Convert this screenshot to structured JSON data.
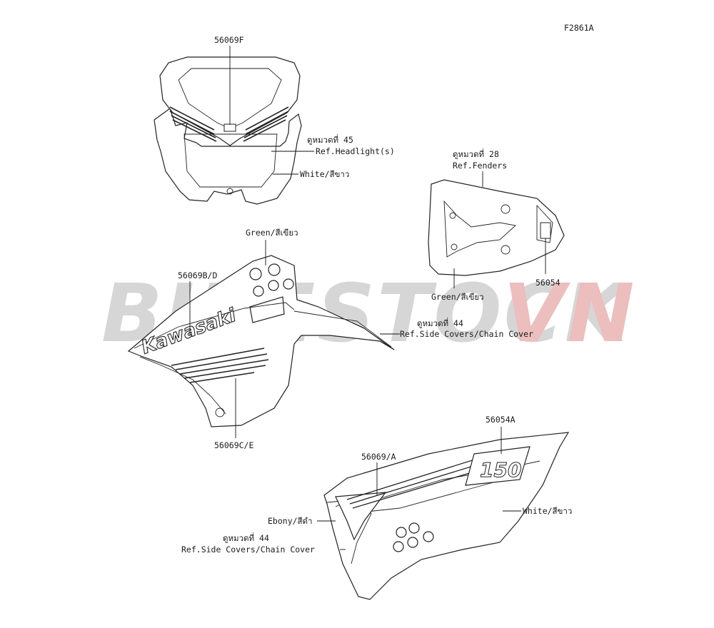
{
  "figure_code": "F2861A",
  "watermark": {
    "part1": "BIKESTOCK",
    "part2": "VN",
    "color1": "#cfcfcf",
    "color2": "#e9b3b3"
  },
  "labels": {
    "headlight_cover_part": "56069F",
    "headlight_ref_th": "ดูหมวดที่ 45",
    "headlight_ref": "Ref.Headlight(s)",
    "headlight_color": "White/สีขาว",
    "fender_ref_th": "ดูหมวดที่ 28",
    "fender_ref": "Ref.Fenders",
    "fender_part": "56054",
    "fender_color": "Green/สีเขียว",
    "shroud_color": "Green/สีเขียว",
    "shroud_part_upper": "56069B/D",
    "shroud_ref_th": "ดูหมวดที่ 44",
    "shroud_ref": "Ref.Side Covers/Chain Cover",
    "shroud_part_lower": "56069C/E",
    "sidecover_part_emblem": "56054A",
    "sidecover_part_stripe": "56069/A",
    "sidecover_color_dark": "Ebony/สีดำ",
    "sidecover_ref_th": "ดูหมวดที่ 44",
    "sidecover_ref": "Ref.Side Covers/Chain Cover",
    "sidecover_color_light": "White/สีขาว"
  },
  "decals": {
    "brand": "Kawasaki",
    "model_number": "150"
  }
}
